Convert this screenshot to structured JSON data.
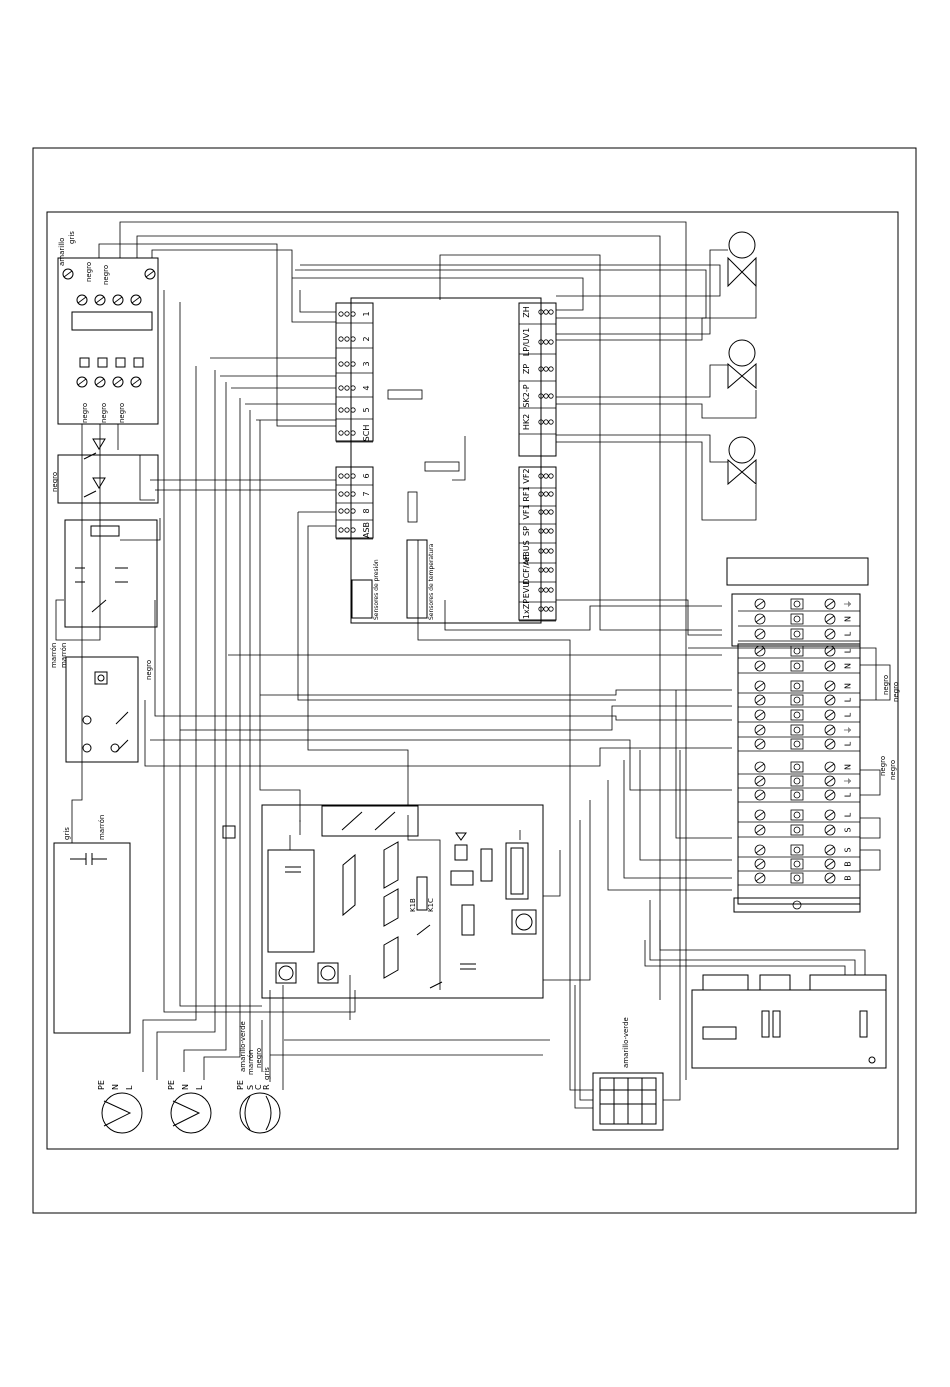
{
  "wire_colors": {
    "grey": "gris",
    "yellow": "amarillo",
    "black": "negro",
    "brown": "marrón",
    "yellow_green": "amarillo-verde"
  },
  "controller": {
    "left_terminals": [
      "1",
      "2",
      "3",
      "4",
      "5",
      "SCH",
      "6",
      "7",
      "8",
      "ASB"
    ],
    "right_terminals": [
      "ZH",
      "LP/UV1",
      "ZP",
      "SK2-P",
      "HK2",
      "VF2",
      "RF1",
      "VF1",
      "SP",
      "eBUS",
      "DCF/AF",
      "EVU",
      "1xZP"
    ],
    "pressure_sensors": "Sensores de presión",
    "temperature_sensors": "Sensores de temperatura"
  },
  "terminal_block": {
    "labels": [
      "⏚",
      "N",
      "L",
      "L",
      "N",
      "N",
      "L",
      "L",
      "⏚",
      "L",
      "N",
      "⏚",
      "L",
      "L",
      "S",
      "S",
      "B",
      "B"
    ]
  },
  "relays": {
    "k1b": "K1B",
    "k1c": "K1C"
  },
  "supply": {
    "pump1": [
      "PE",
      "N",
      "L"
    ],
    "pump2": [
      "PE",
      "N",
      "L"
    ],
    "compressor": [
      "PE",
      "S",
      "C",
      "R"
    ]
  }
}
